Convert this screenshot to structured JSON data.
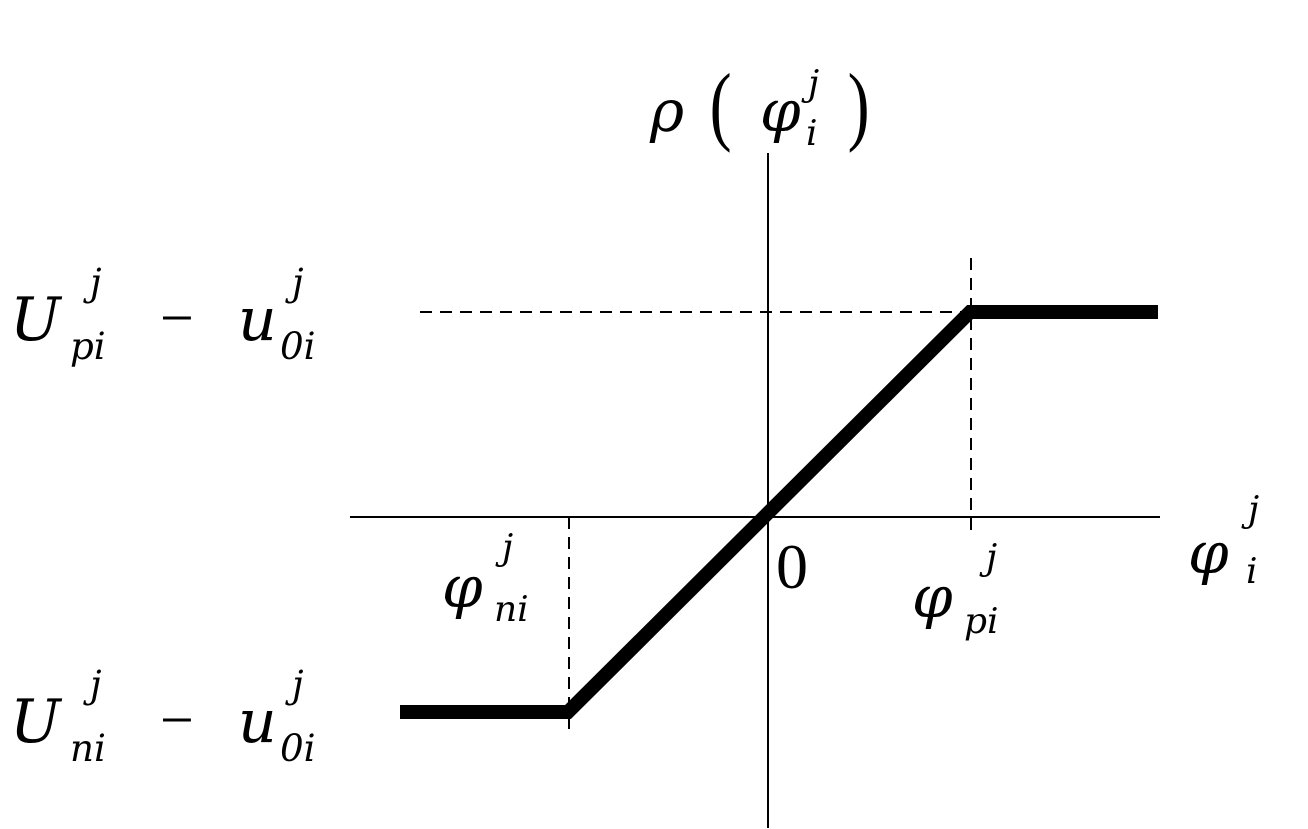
{
  "diagram": {
    "description": "Piecewise-linear saturation function rho(phi_i^j)",
    "colors": {
      "background": "#ffffff",
      "ink": "#000000"
    },
    "axes": {
      "y_label": {
        "base": "ρ",
        "open": "(",
        "var": "φ",
        "sup": "j",
        "sub": "i",
        "close": ")"
      },
      "x_label": {
        "base": "φ",
        "sup": "j",
        "sub": "i"
      },
      "origin_label": "0"
    },
    "levels": {
      "upper": {
        "U": "U",
        "U_sup": "j",
        "U_sub": "pi",
        "minus": "−",
        "u": "u",
        "u_sup": "j",
        "u_sub": "0i"
      },
      "lower": {
        "U": "U",
        "U_sup": "j",
        "U_sub": "ni",
        "minus": "−",
        "u": "u",
        "u_sup": "j",
        "u_sub": "0i"
      }
    },
    "breakpoints": {
      "positive": {
        "base": "φ",
        "sup": "j",
        "sub": "pi"
      },
      "negative": {
        "base": "φ",
        "sup": "j",
        "sub": "ni"
      }
    },
    "curve": {
      "segments": [
        {
          "name": "lower-saturation",
          "from": [
            400,
            712
          ],
          "to": [
            568,
            712
          ]
        },
        {
          "name": "linear-region",
          "from": [
            568,
            712
          ],
          "to": [
            970,
            312
          ]
        },
        {
          "name": "upper-saturation",
          "from": [
            970,
            312
          ],
          "to": [
            1158,
            312
          ]
        }
      ],
      "stroke_width": 14
    }
  }
}
